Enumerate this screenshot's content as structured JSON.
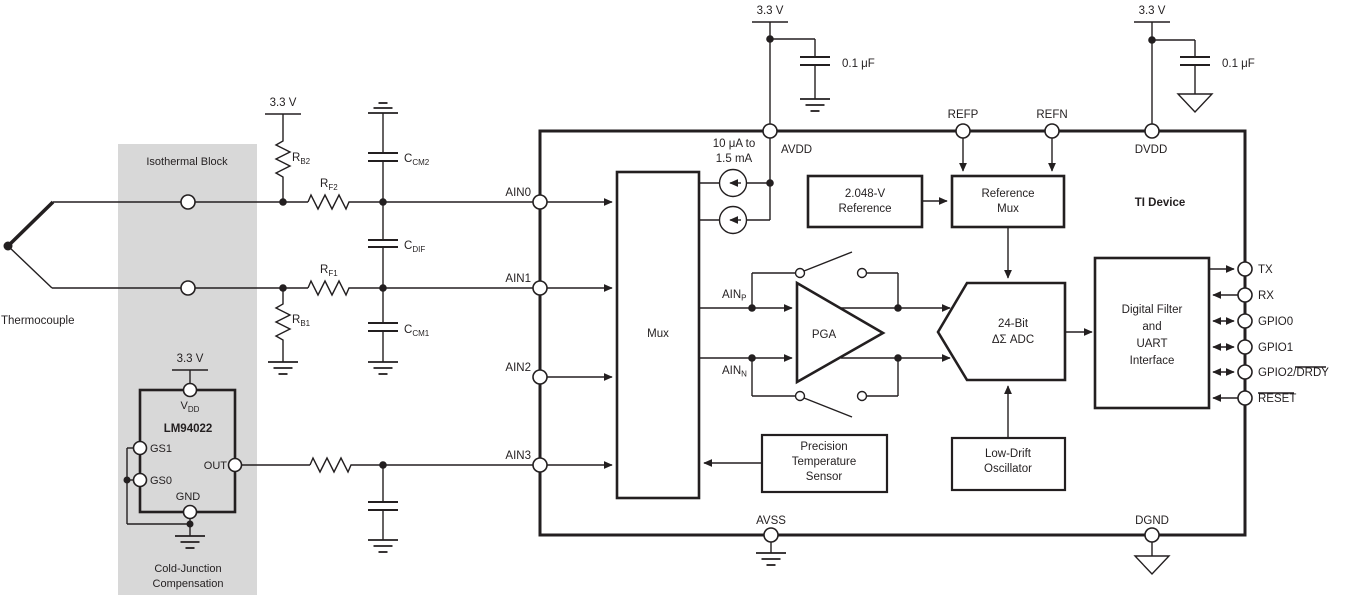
{
  "colors": {
    "line": "#231f20",
    "isothermal_fill": "#d8d8d8",
    "background": "#ffffff"
  },
  "labels": {
    "thermocouple": "Thermocouple",
    "isothermal_block": "Isothermal Block",
    "cold_junction_l1": "Cold-Junction",
    "cold_junction_l2": "Compensation",
    "ti_device": "TI Device"
  },
  "supplies": {
    "rb2_rail": "3.3 V",
    "lm_rail": "3.3 V",
    "avdd_rail": "3.3 V",
    "dvdd_rail": "3.3 V",
    "avdd_cap": "0.1 μF",
    "dvdd_cap": "0.1 μF"
  },
  "passives": {
    "rb2": {
      "base": "R",
      "sub": "B2"
    },
    "rf2": {
      "base": "R",
      "sub": "F2"
    },
    "rf1": {
      "base": "R",
      "sub": "F1"
    },
    "rb1": {
      "base": "R",
      "sub": "B1"
    },
    "ccm2": {
      "base": "C",
      "sub": "CM2"
    },
    "cdif": {
      "base": "C",
      "sub": "DIF"
    },
    "ccm1": {
      "base": "C",
      "sub": "CM1"
    }
  },
  "lm94022": {
    "part": "LM94022",
    "vdd": {
      "base": "V",
      "sub": "DD"
    },
    "gs1": "GS1",
    "gs0": "GS0",
    "out": "OUT",
    "gnd": "GND"
  },
  "current_source": {
    "l1": "10 μA to",
    "l2": "1.5 mA"
  },
  "pins": {
    "ain0": "AIN0",
    "ain1": "AIN1",
    "ain2": "AIN2",
    "ain3": "AIN3",
    "avdd": "AVDD",
    "refp": "REFP",
    "refn": "REFN",
    "dvdd": "DVDD",
    "avss": "AVSS",
    "dgnd": "DGND",
    "tx": "TX",
    "rx": "RX",
    "gpio0": "GPIO0",
    "gpio1": "GPIO1",
    "gpio2": "GPIO2/",
    "gpio2_alt": "DRDY",
    "reset": "RESET"
  },
  "signals": {
    "ainp": {
      "base": "AIN",
      "sub": "P"
    },
    "ainn": {
      "base": "AIN",
      "sub": "N"
    }
  },
  "blocks": {
    "mux": "Mux",
    "vref_l1": "2.048-V",
    "vref_l2": "Reference",
    "refmux_l1": "Reference",
    "refmux_l2": "Mux",
    "pga": "PGA",
    "adc_l1": "24-Bit",
    "adc_l2": "ΔΣ ADC",
    "temp_l1": "Precision",
    "temp_l2": "Temperature",
    "temp_l3": "Sensor",
    "osc_l1": "Low-Drift",
    "osc_l2": "Oscillator",
    "df_l1": "Digital Filter",
    "df_l2": "and",
    "df_l3": "UART",
    "df_l4": "Interface"
  }
}
